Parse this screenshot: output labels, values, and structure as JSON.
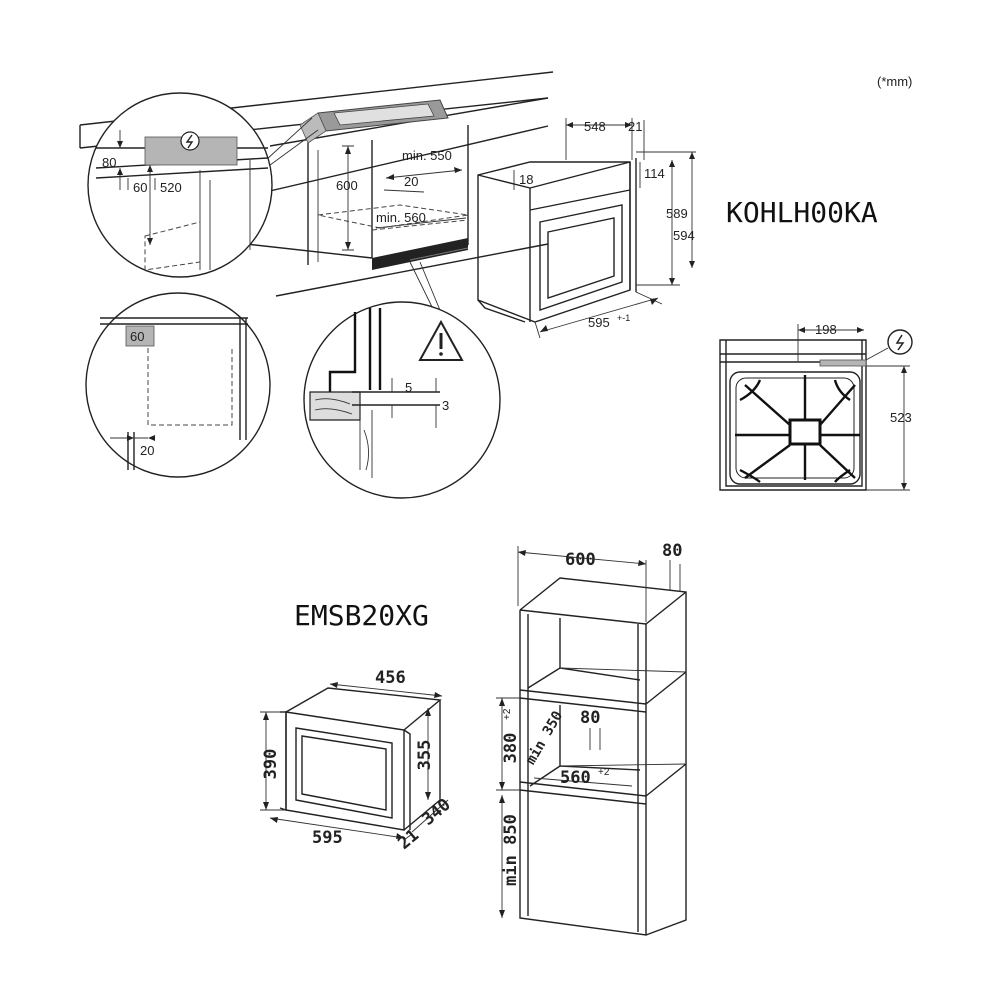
{
  "unit_note": "(*mm)",
  "models": {
    "oven": "KOHLH00KA",
    "microwave": "EMSB20XG"
  },
  "oven_dims": {
    "d548": "548",
    "d21": "21",
    "d114": "114",
    "d18": "18",
    "d589": "589",
    "d594": "594",
    "d595": "595",
    "d595_tol": "+-1",
    "d198": "198",
    "d523": "523"
  },
  "cabinet_dims": {
    "d600": "600",
    "min550": "min. 550",
    "d20": "20",
    "min560": "min. 560"
  },
  "detail_dims": {
    "d80": "80",
    "d60": "60",
    "d520": "520",
    "d60_box": "60",
    "d20": "20",
    "d5": "5",
    "d3": "3"
  },
  "micro_dims": {
    "d456": "456",
    "d390": "390",
    "d355": "355",
    "d595": "595",
    "d340": "340",
    "d21": "21"
  },
  "column_dims": {
    "d600": "600",
    "d80_top": "80",
    "d80_mid": "80",
    "d380": "380",
    "d380_tol": "+2",
    "min350": "min 350",
    "d560": "560",
    "d560_tol": "+2",
    "min850": "min 850"
  },
  "icons": {
    "plug_warning": "electric-bolt-icon",
    "caution": "warning-triangle-icon"
  }
}
